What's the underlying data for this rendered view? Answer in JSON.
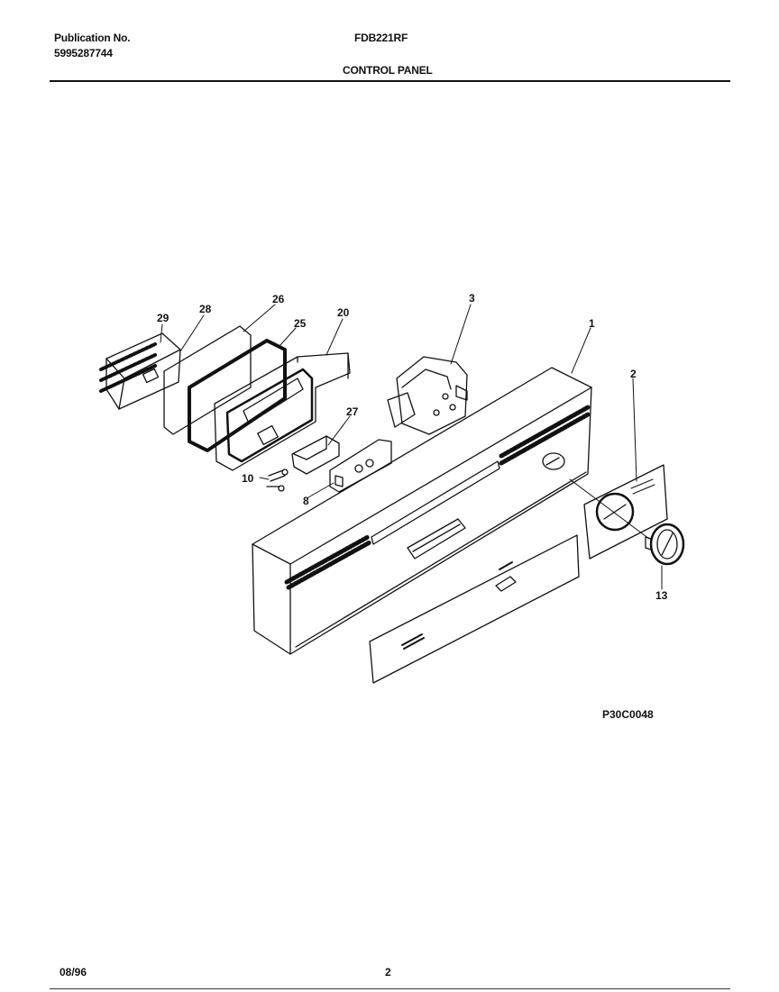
{
  "header": {
    "publication_label": "Publication No.",
    "publication_number": "5995287744",
    "model": "FDB221RF",
    "section_title": "CONTROL PANEL"
  },
  "diagram": {
    "figure_code": "P30C0048",
    "callouts": {
      "c1": "1",
      "c2": "2",
      "c3": "3",
      "c8": "8",
      "c10": "10",
      "c13": "13",
      "c20": "20",
      "c25": "25",
      "c26": "26",
      "c27": "27",
      "c28": "28",
      "c29": "29"
    }
  },
  "footer": {
    "date": "08/96",
    "page": "2"
  }
}
